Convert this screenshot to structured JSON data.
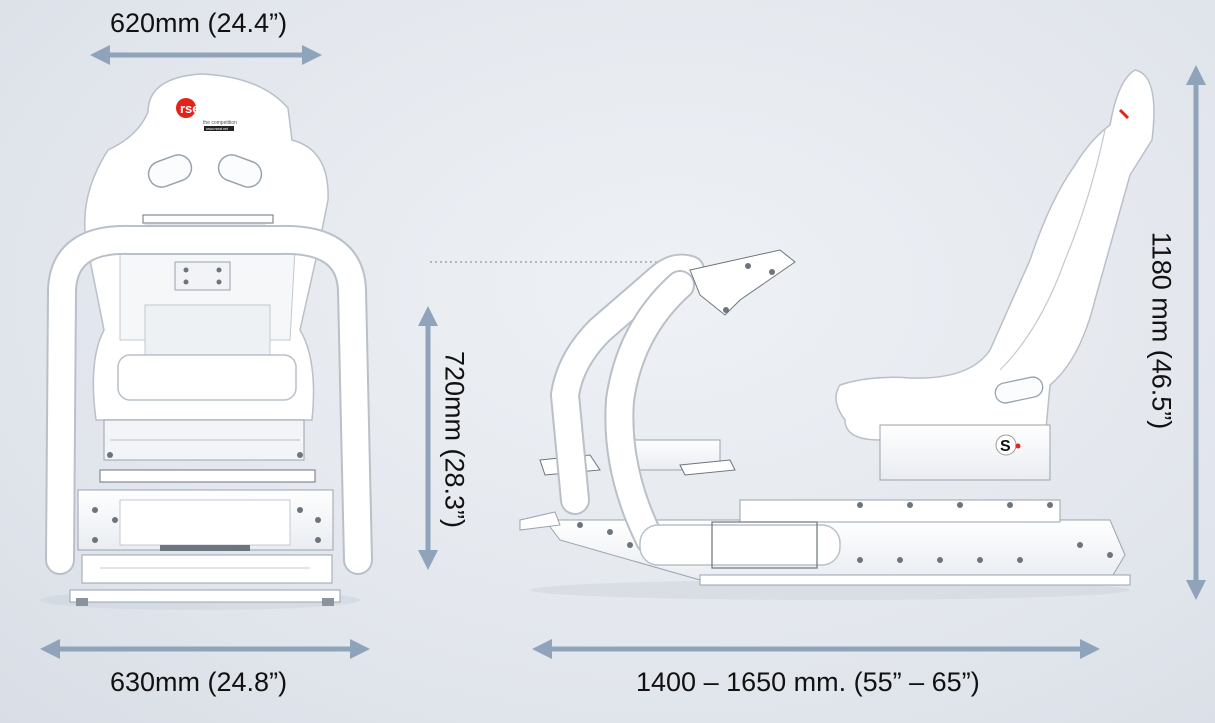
{
  "dimensions": {
    "front_top_width": "620mm (24.4”)",
    "front_bottom_width": "630mm (24.8”)",
    "pedal_height": "720mm (28.3”)",
    "total_length": "1400 – 1650 mm. (55” – 65”)",
    "seat_height": "1180 mm (46.5”)"
  },
  "branding": {
    "logo_text": "rseat",
    "logo_tagline": "the competition",
    "logo_url_text": "www.rseat.net",
    "side_badge": "S"
  },
  "colors": {
    "background": "#e4e8ee",
    "arrow": "#8fa4ba",
    "frame": "#ffffff",
    "outline": "#b9c0c8",
    "brand_red": "#e2231a"
  }
}
